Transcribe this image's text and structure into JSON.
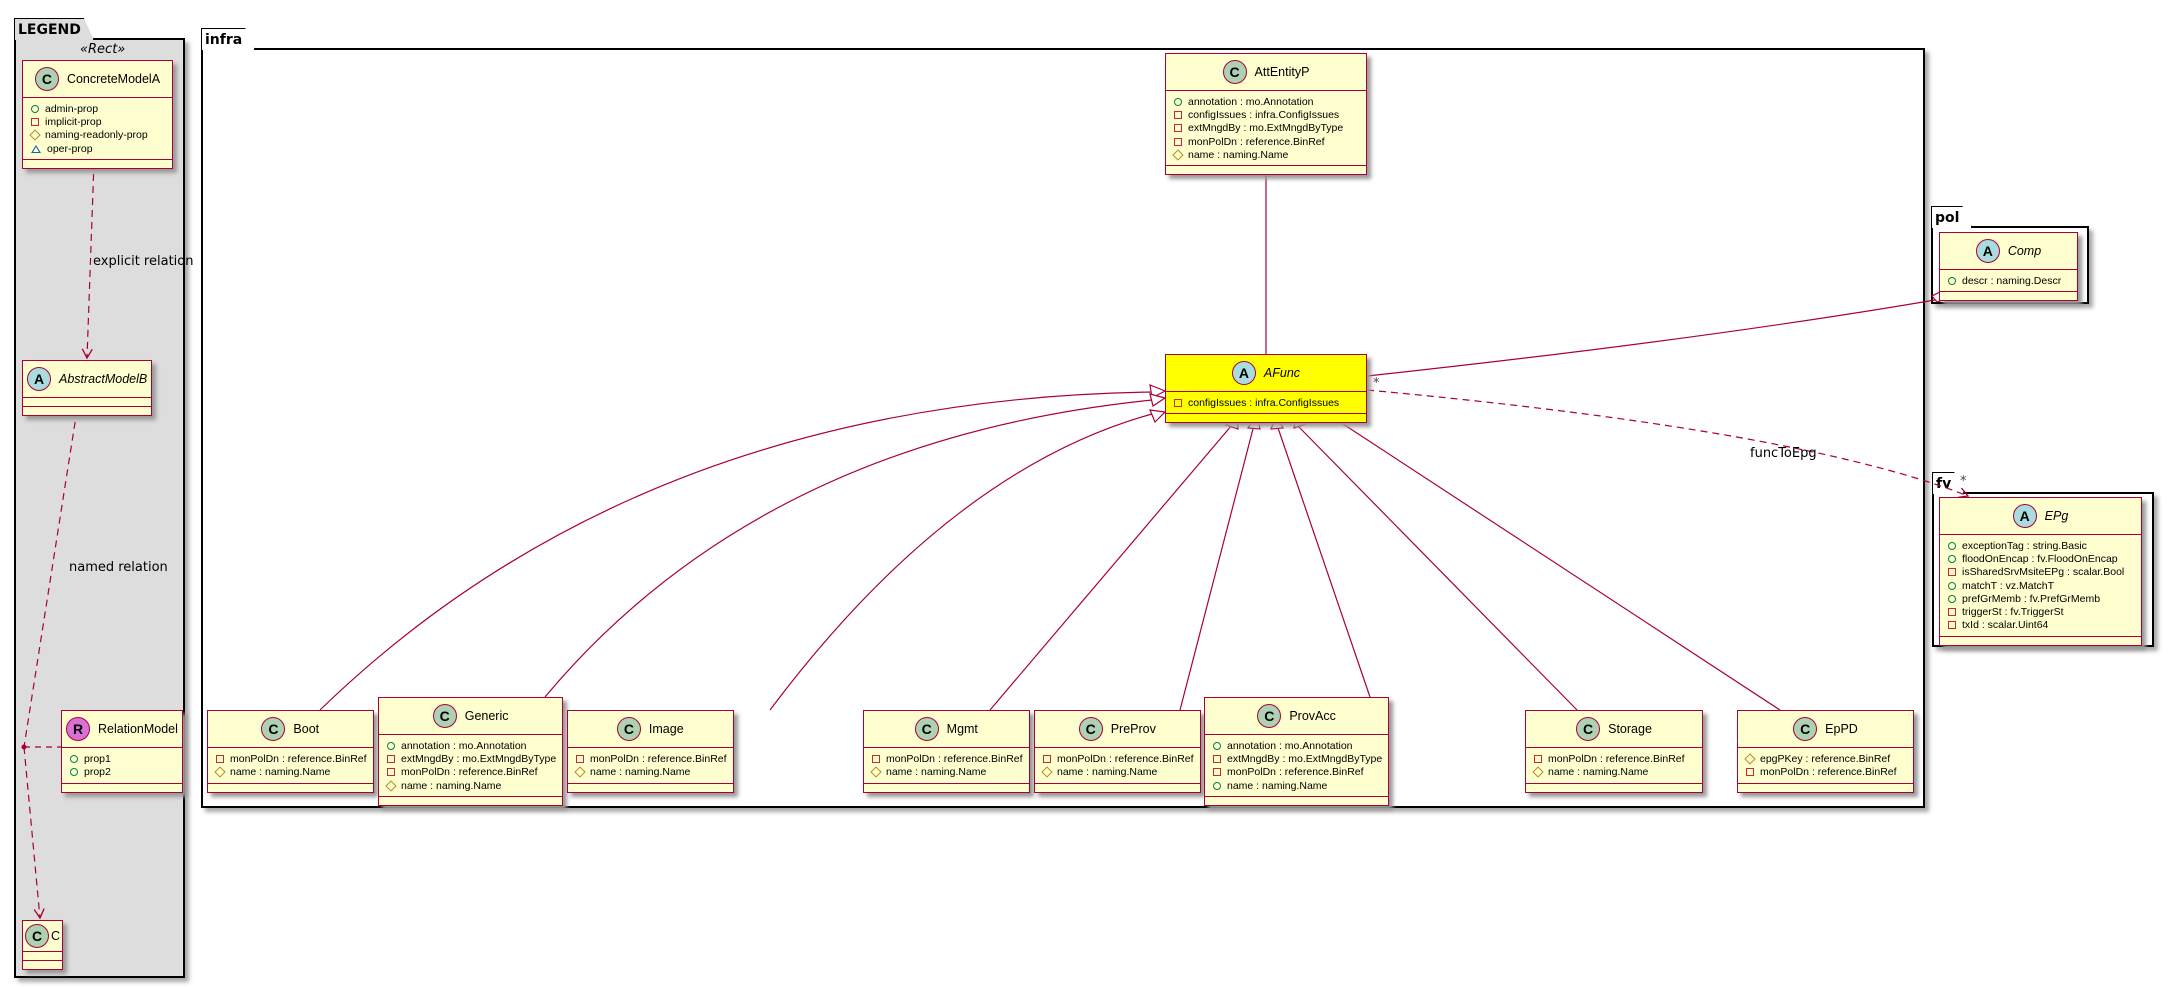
{
  "packages": {
    "legend": {
      "title": "LEGEND",
      "stereotype": "«Rect»"
    },
    "infra": {
      "title": "infra"
    },
    "pol": {
      "title": "pol"
    },
    "fv": {
      "title": "fv"
    }
  },
  "classes": [
    {
      "id": "ConcreteModelA",
      "kind": "C",
      "name": "ConcreteModelA",
      "attrs": [
        [
          "public",
          "admin-prop"
        ],
        [
          "private",
          "implicit-prop"
        ],
        [
          "protected",
          "naming-readonly-prop"
        ],
        [
          "package",
          "oper-prop"
        ]
      ]
    },
    {
      "id": "AbstractModelB",
      "kind": "A",
      "name": "AbstractModelB",
      "attrs": []
    },
    {
      "id": "RelationModel",
      "kind": "R",
      "name": "RelationModel",
      "attrs": [
        [
          "public",
          "prop1"
        ],
        [
          "public",
          "prop2"
        ]
      ]
    },
    {
      "id": "C",
      "kind": "C",
      "name": "C",
      "attrs": []
    },
    {
      "id": "AttEntityP",
      "kind": "C",
      "name": "AttEntityP",
      "attrs": [
        [
          "public",
          "annotation : mo.Annotation"
        ],
        [
          "private",
          "configIssues : infra.ConfigIssues"
        ],
        [
          "private",
          "extMngdBy : mo.ExtMngdByType"
        ],
        [
          "private",
          "monPolDn : reference.BinRef"
        ],
        [
          "protected",
          "name : naming.Name"
        ]
      ]
    },
    {
      "id": "AFunc",
      "kind": "A",
      "name": "AFunc",
      "highlight": true,
      "attrs": [
        [
          "private",
          "configIssues : infra.ConfigIssues"
        ]
      ]
    },
    {
      "id": "Comp",
      "kind": "A",
      "name": "Comp",
      "attrs": [
        [
          "public",
          "descr : naming.Descr"
        ]
      ]
    },
    {
      "id": "EPg",
      "kind": "A",
      "name": "EPg",
      "attrs": [
        [
          "public",
          "exceptionTag : string.Basic"
        ],
        [
          "public",
          "floodOnEncap : fv.FloodOnEncap"
        ],
        [
          "private",
          "isSharedSrvMsiteEPg : scalar.Bool"
        ],
        [
          "public",
          "matchT : vz.MatchT"
        ],
        [
          "public",
          "prefGrMemb : fv.PrefGrMemb"
        ],
        [
          "private",
          "triggerSt : fv.TriggerSt"
        ],
        [
          "private",
          "txId : scalar.Uint64"
        ]
      ]
    },
    {
      "id": "Boot",
      "kind": "C",
      "name": "Boot",
      "attrs": [
        [
          "private",
          "monPolDn : reference.BinRef"
        ],
        [
          "protected",
          "name : naming.Name"
        ]
      ]
    },
    {
      "id": "Generic",
      "kind": "C",
      "name": "Generic",
      "attrs": [
        [
          "public",
          "annotation : mo.Annotation"
        ],
        [
          "private",
          "extMngdBy : mo.ExtMngdByType"
        ],
        [
          "private",
          "monPolDn : reference.BinRef"
        ],
        [
          "protected",
          "name : naming.Name"
        ]
      ]
    },
    {
      "id": "Image",
      "kind": "C",
      "name": "Image",
      "attrs": [
        [
          "private",
          "monPolDn : reference.BinRef"
        ],
        [
          "protected",
          "name : naming.Name"
        ]
      ]
    },
    {
      "id": "Mgmt",
      "kind": "C",
      "name": "Mgmt",
      "attrs": [
        [
          "private",
          "monPolDn : reference.BinRef"
        ],
        [
          "protected",
          "name : naming.Name"
        ]
      ]
    },
    {
      "id": "PreProv",
      "kind": "C",
      "name": "PreProv",
      "attrs": [
        [
          "private",
          "monPolDn : reference.BinRef"
        ],
        [
          "protected",
          "name : naming.Name"
        ]
      ]
    },
    {
      "id": "ProvAcc",
      "kind": "C",
      "name": "ProvAcc",
      "attrs": [
        [
          "public",
          "annotation : mo.Annotation"
        ],
        [
          "private",
          "extMngdBy : mo.ExtMngdByType"
        ],
        [
          "private",
          "monPolDn : reference.BinRef"
        ],
        [
          "public",
          "name : naming.Name"
        ]
      ]
    },
    {
      "id": "Storage",
      "kind": "C",
      "name": "Storage",
      "attrs": [
        [
          "private",
          "monPolDn : reference.BinRef"
        ],
        [
          "protected",
          "name : naming.Name"
        ]
      ]
    },
    {
      "id": "EpPD",
      "kind": "C",
      "name": "EpPD",
      "attrs": [
        [
          "protected",
          "epgPKey : reference.BinRef"
        ],
        [
          "private",
          "monPolDn : reference.BinRef"
        ]
      ]
    }
  ],
  "relations": {
    "explicit_label": "explicit relation",
    "named_label": "named relation",
    "func_to_epg_label": "funcToEpg",
    "multiplicity_afunc_comp": "*",
    "multiplicity_afunc_epg": "*"
  },
  "colors": {
    "border": "#A80036",
    "class_fill": "#FEFECE",
    "highlight_fill": "#FFFF00",
    "legend_fill": "#DDDDDD"
  }
}
